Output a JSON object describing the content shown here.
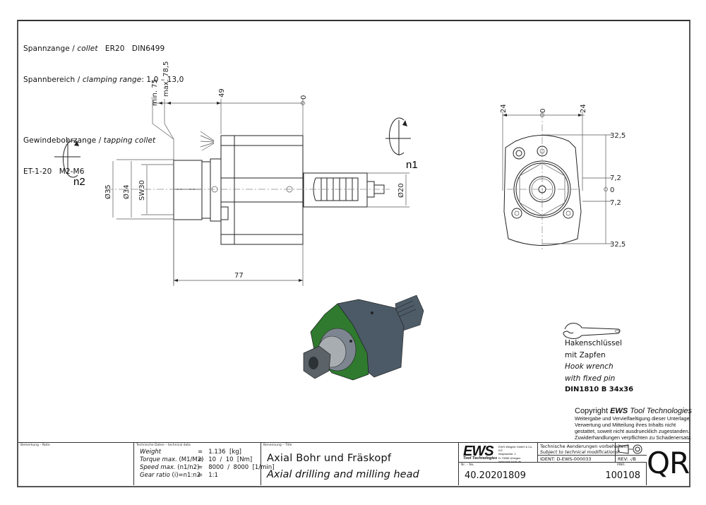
{
  "specs": {
    "collet_line": {
      "de": "Spannzange",
      "en": "collet",
      "value": "ER20   DIN6499"
    },
    "range_line": {
      "de": "Spannbereich",
      "en": "clamping range",
      "value": "1,0 – 13,0"
    },
    "tapping_line": {
      "de": "Gewindebohrzange",
      "en": "tapping collet"
    },
    "tapping_value": "ET-1-20   M2-M6"
  },
  "side_view": {
    "dims": {
      "min": "min. 75",
      "max": "max. 78,5",
      "d49": "49",
      "zero": "0",
      "d35": "Ø35",
      "d34": "Ø34",
      "sw30": "SW30",
      "d20": "Ø20",
      "d77": "77"
    },
    "rotation_labels": {
      "n1": "n1",
      "n2": "n2"
    }
  },
  "front_view": {
    "dims": {
      "left24": "24",
      "zero_top": "0",
      "right24": "24",
      "top325": "32,5",
      "up72": "7,2",
      "zero_right": "0",
      "down72": "7,2",
      "bottom325": "32,5"
    }
  },
  "wrench": {
    "lines": [
      "Hakenschlüssel",
      "mit Zapfen",
      "Hook wrench",
      "with fixed pin",
      "DIN1810 B 34x36"
    ]
  },
  "copyright": {
    "title_prefix": "Copyright ",
    "title_brand": "EWS",
    "title_suffix": " Tool Technologies",
    "lines": [
      "Weitergabe und Vervielfaeltigung dieser Unterlage,",
      "Verwertung und Mitteilung ihres Inhalts nicht",
      "gestattet, soweit nicht ausdruecklich zugestanden.",
      "Zuwiderhandlungen verpflichten zu Schadenersatz."
    ]
  },
  "title_block": {
    "note_label": "Bemerkung – Note",
    "tech_label": "Technische Daten – technical data",
    "tech_rows": [
      {
        "name": "Weight",
        "param": "",
        "value": "=   1.136  [kg]"
      },
      {
        "name": "Torque max.",
        "param": "(M1/M2)",
        "value": "=   10  /  10  [Nm]"
      },
      {
        "name": "Speed max.",
        "param": "(n1/n2)",
        "value": "=   8000  /  8000  [1/min]"
      },
      {
        "name": "Gear ratio",
        "param": "(i)=n1:n2",
        "value": "=   1:1"
      }
    ],
    "title_label": "Benennung – Title",
    "title_de": "Axial Bohr und Fräskopf",
    "title_en": "Axial drilling and milling head",
    "logo_text": "EWS",
    "logo_sub": "Tool Technologies",
    "company_lines": [
      "EWS Weigele GmbH & Co. KG",
      "Maybachstr. 1",
      "D-73066 Uhingen",
      "www.ews-tools.de"
    ],
    "change_de": "Technische Aenderungen vorbehalten!",
    "change_en": "Subject to technical modifications!",
    "ident": "IDENT:   D-EWS-000033",
    "rev": "REV:   -/B",
    "nr_label": "Nr. – No.",
    "nr_value": "40.20201809",
    "mnr_label": "MNR:",
    "mnr_value": "100108",
    "qr": "QR",
    "colors": {
      "model_body": "#4b5a66",
      "model_ring": "#2f7a2f"
    }
  }
}
